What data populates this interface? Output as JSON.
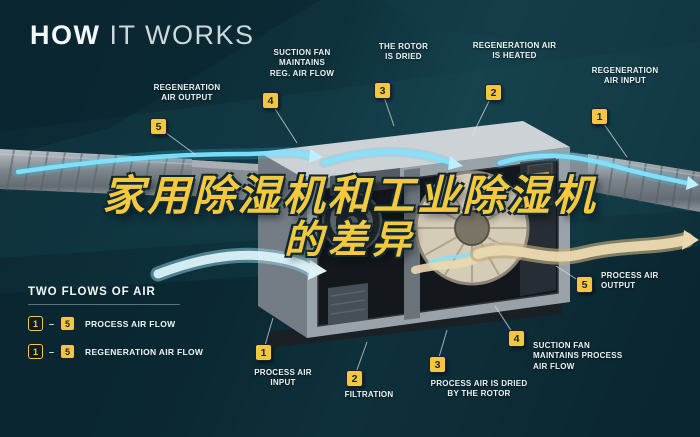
{
  "title": {
    "part1": "HOW",
    "part2": "IT WORKS"
  },
  "overlay": {
    "line1": "家用除湿机和工业除湿机",
    "line2": "的差异"
  },
  "callouts": {
    "reg_output": {
      "num": "5",
      "label": "REGENERATION\nAIR OUTPUT"
    },
    "suction_reg": {
      "num": "4",
      "label": "SUCTION FAN\nMAINTAINS\nREG. AIR FLOW"
    },
    "rotor_dried": {
      "num": "3",
      "label": "THE ROTOR\nIS DRIED"
    },
    "reg_heated": {
      "num": "2",
      "label": "REGENERATION AIR\nIS HEATED"
    },
    "reg_input": {
      "num": "1",
      "label": "REGENERATION\nAIR INPUT"
    },
    "process_output": {
      "num": "5",
      "label": "PROCESS AIR\nOUTPUT"
    },
    "suction_process": {
      "num": "4",
      "label": "SUCTION FAN\nMAINTAINS PROCESS\nAIR FLOW"
    },
    "process_dried": {
      "num": "3",
      "label": "PROCESS AIR IS DRIED\nBY THE ROTOR"
    },
    "filtration": {
      "num": "2",
      "label": "FILTRATION"
    },
    "process_input": {
      "num": "1",
      "label": "PROCESS AIR\nINPUT"
    }
  },
  "legend": {
    "title": "TWO FLOWS OF AIR",
    "separator": "–",
    "rows": [
      {
        "from": "1",
        "to": "5",
        "label": "PROCESS AIR FLOW"
      },
      {
        "from": "1",
        "to": "5",
        "label": "REGENERATION AIR FLOW"
      }
    ]
  },
  "colors": {
    "background": "#0d2f38",
    "accent_yellow": "#f3c73f",
    "flow_blue": "#4fc9ef",
    "ribbon_tan": "#e7d7ae",
    "overlay_text": "#f4c93e"
  }
}
